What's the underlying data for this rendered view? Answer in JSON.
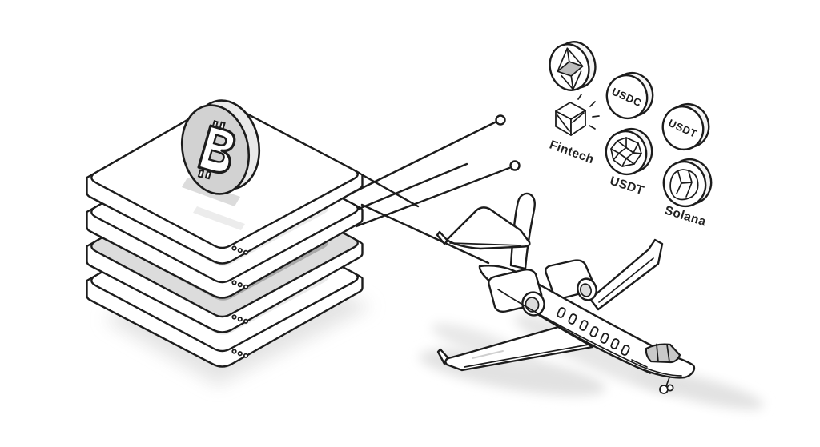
{
  "scene": {
    "background": "#ffffff",
    "outline_color": "#1c1c1c",
    "shadow_color": "#e4e4e4",
    "label_color": "#222222"
  },
  "stack": {
    "layer_count": 4,
    "port_dots_per_layer": 3,
    "layer3_face_color": "#dcdcdc",
    "layer3_inset_color": "#aaaaaa",
    "bitcoin_coin": {
      "symbol": "₿",
      "face_color": "#d2d2d2",
      "rim_color": "#eaeaea"
    }
  },
  "connectors": {
    "line_count": 5,
    "node_circle_count": 2
  },
  "jet": {
    "window_count": 7,
    "cockpit_color": "#c9c9c9"
  },
  "tokens": {
    "ethereum_coin": {
      "icon": "ethereum-diamond",
      "facet_color": "#bdbdbd"
    },
    "usdc_coin": {
      "face_text": "USDC"
    },
    "usdt_coin": {
      "face_text": "USDT"
    },
    "fintech_cube": {
      "label": "Fintech",
      "icon": "wireframe-cube-with-sparkles"
    },
    "usdt_gem_coin": {
      "label": "USDT",
      "icon": "faceted-gem"
    },
    "solana_gem_coin": {
      "label": "Solana",
      "icon": "rounded-gem"
    }
  }
}
